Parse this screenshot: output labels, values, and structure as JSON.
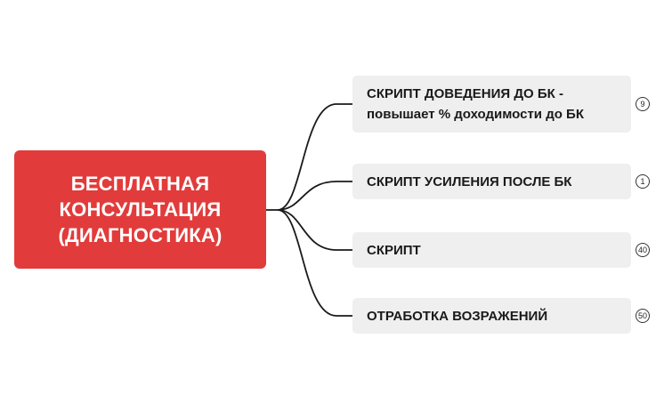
{
  "root": {
    "title": "БЕСПЛАТНАЯ\nКОНСУЛЬТАЦИЯ\n(ДИАГНОСТИКА)"
  },
  "colors": {
    "root_fill": "#e23b3b",
    "topic_fill": "#efefef",
    "connector": "#1a1a1a"
  },
  "topics": [
    {
      "label": "СКРИПТ ДОВЕДЕНИЯ ДО БК -\nповышает % доходимости до БК",
      "badge": "9"
    },
    {
      "label": "СКРИПТ УСИЛЕНИЯ ПОСЛЕ БК",
      "badge": "1"
    },
    {
      "label": "СКРИПТ",
      "badge": "40"
    },
    {
      "label": "ОТРАБОТКА ВОЗРАЖЕНИЙ",
      "badge": "50"
    }
  ]
}
